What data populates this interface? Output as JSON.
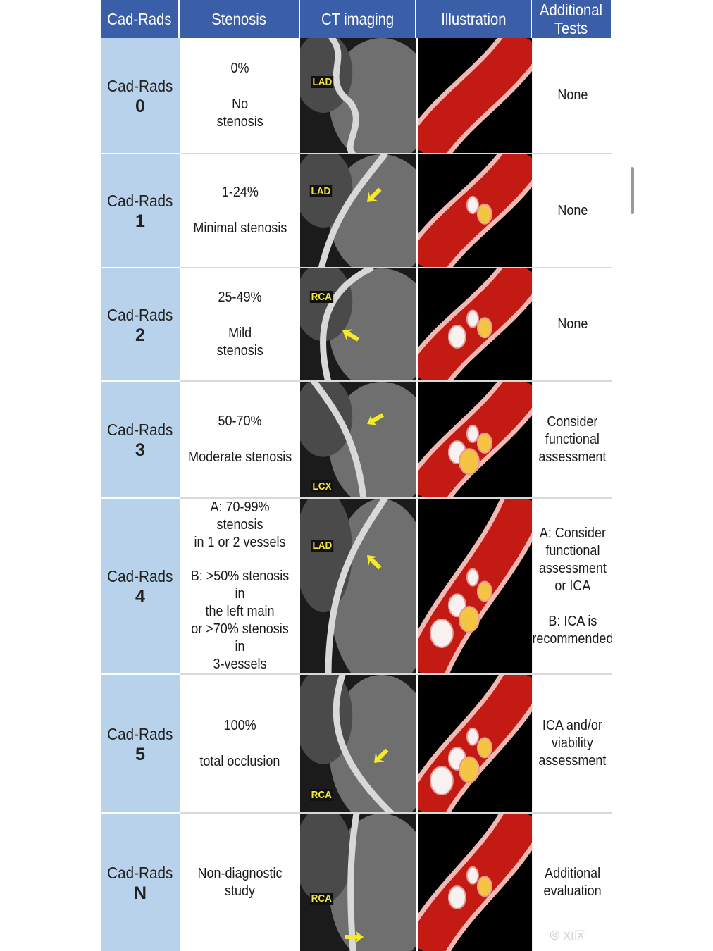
{
  "headers": [
    "Cad-Rads",
    "Stenosis",
    "CT imaging",
    "Illustration",
    "Additional\nTests"
  ],
  "rows": [
    {
      "grade_label": "Cad-Rads",
      "grade": "0",
      "stenosis": [
        "0%",
        "No\nstenosis"
      ],
      "ct_label": "LAD",
      "tests": "None"
    },
    {
      "grade_label": "Cad-Rads",
      "grade": "1",
      "stenosis": [
        "1-24%",
        "Minimal stenosis"
      ],
      "ct_label": "LAD",
      "tests": "None"
    },
    {
      "grade_label": "Cad-Rads",
      "grade": "2",
      "stenosis": [
        "25-49%",
        "Mild\nstenosis"
      ],
      "ct_label": "RCA",
      "tests": "None"
    },
    {
      "grade_label": "Cad-Rads",
      "grade": "3",
      "stenosis": [
        "50-70%",
        "Moderate stenosis"
      ],
      "ct_label": "LCX",
      "tests": "Consider\nfunctional\nassessment"
    },
    {
      "grade_label": "Cad-Rads",
      "grade": "4",
      "stenosis": [
        "A: 70-99% stenosis\nin 1 or 2 vessels",
        "B: >50% stenosis in\nthe left main\nor >70% stenosis in\n3-vessels"
      ],
      "ct_label": "LAD",
      "tests": "A: Consider\nfunctional\nassessment\nor ICA\n\nB: ICA is\nrecommended"
    },
    {
      "grade_label": "Cad-Rads",
      "grade": "5",
      "stenosis": [
        "100%",
        "total occlusion"
      ],
      "ct_label": "RCA",
      "tests": "ICA and/or\nviability\nassessment"
    },
    {
      "grade_label": "Cad-Rads",
      "grade": "N",
      "stenosis": [
        "Non-diagnostic study"
      ],
      "ct_label": "RCA",
      "tests": "Additional\nevaluation"
    }
  ],
  "watermark": "XI区",
  "colors": {
    "header": "#3a5ea8",
    "grade_bg": "#b7d2ea",
    "vessel": "#c41a14",
    "plaque": "#f1b8b4",
    "calc": "#f4c542"
  }
}
